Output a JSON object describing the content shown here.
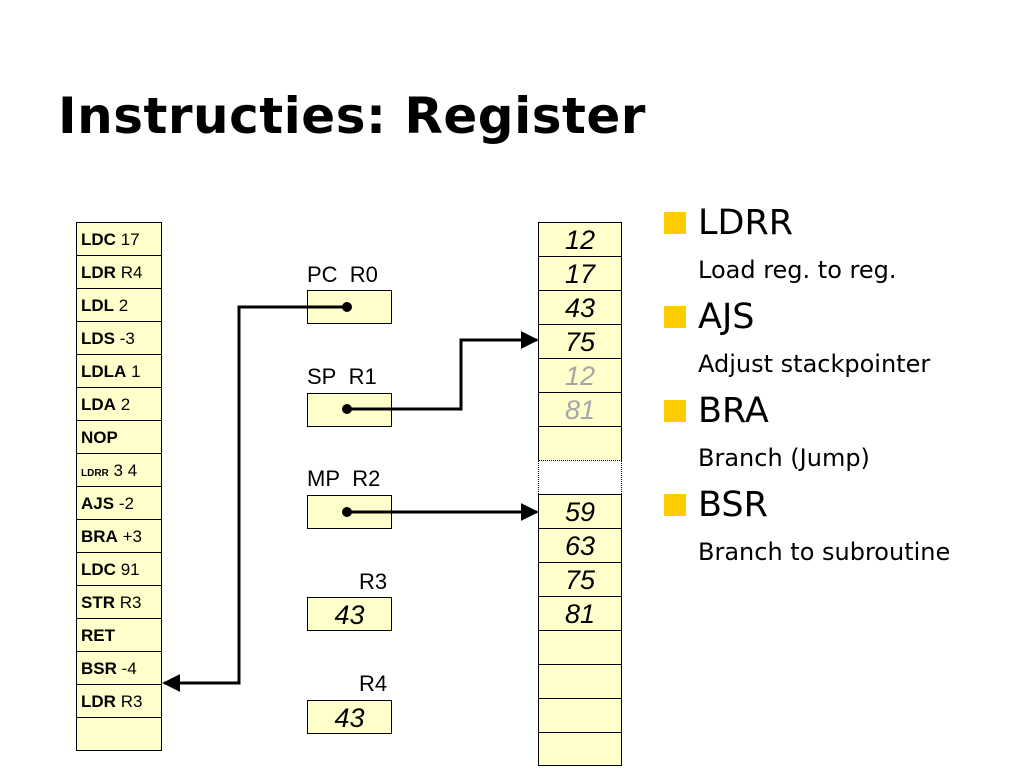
{
  "title": "Instructies: Register",
  "program": [
    {
      "op": "LDC",
      "arg": "17"
    },
    {
      "op": "LDR",
      "arg": "R4"
    },
    {
      "op": "LDL",
      "arg": "2"
    },
    {
      "op": "LDS",
      "arg": "-3"
    },
    {
      "op": "LDLA",
      "arg": "1"
    },
    {
      "op": "LDA",
      "arg": "2"
    },
    {
      "op": "NOP",
      "arg": ""
    },
    {
      "op": "LDRR",
      "arg": "3 4",
      "small": true
    },
    {
      "op": "AJS",
      "arg": "-2"
    },
    {
      "op": "BRA",
      "arg": "+3"
    },
    {
      "op": "LDC",
      "arg": "91"
    },
    {
      "op": "STR",
      "arg": "R3"
    },
    {
      "op": "RET",
      "arg": ""
    },
    {
      "op": "BSR",
      "arg": "-4"
    },
    {
      "op": "LDR",
      "arg": "R3"
    },
    {
      "op": "",
      "arg": ""
    }
  ],
  "registers": [
    {
      "alias": "PC",
      "name": "R0",
      "value": ""
    },
    {
      "alias": "SP",
      "name": "R1",
      "value": ""
    },
    {
      "alias": "MP",
      "name": "R2",
      "value": ""
    },
    {
      "alias": "",
      "name": "R3",
      "value": "43"
    },
    {
      "alias": "",
      "name": "R4",
      "value": "43"
    }
  ],
  "stack": [
    {
      "value": "12",
      "state": "normal"
    },
    {
      "value": "17",
      "state": "normal"
    },
    {
      "value": "43",
      "state": "normal"
    },
    {
      "value": "75",
      "state": "normal"
    },
    {
      "value": "12",
      "state": "gray"
    },
    {
      "value": "81",
      "state": "gray"
    },
    {
      "value": "",
      "state": "normal"
    },
    {
      "value": "",
      "state": "gap"
    },
    {
      "value": "59",
      "state": "normal"
    },
    {
      "value": "63",
      "state": "normal"
    },
    {
      "value": "75",
      "state": "normal"
    },
    {
      "value": "81",
      "state": "normal"
    },
    {
      "value": "",
      "state": "normal"
    },
    {
      "value": "",
      "state": "normal"
    },
    {
      "value": "",
      "state": "normal"
    },
    {
      "value": "",
      "state": "normal"
    }
  ],
  "bullets": [
    {
      "head": "LDRR",
      "sub": "Load reg. to reg."
    },
    {
      "head": "AJS",
      "sub": "Adjust stackpointer"
    },
    {
      "head": "BRA",
      "sub": "Branch (Jump)"
    },
    {
      "head": "BSR",
      "sub": "Branch to subroutine"
    }
  ],
  "colors": {
    "cell_fill": "#ffffcc",
    "bullet": "#ffcc00",
    "gray_text": "#a6a6a6"
  }
}
